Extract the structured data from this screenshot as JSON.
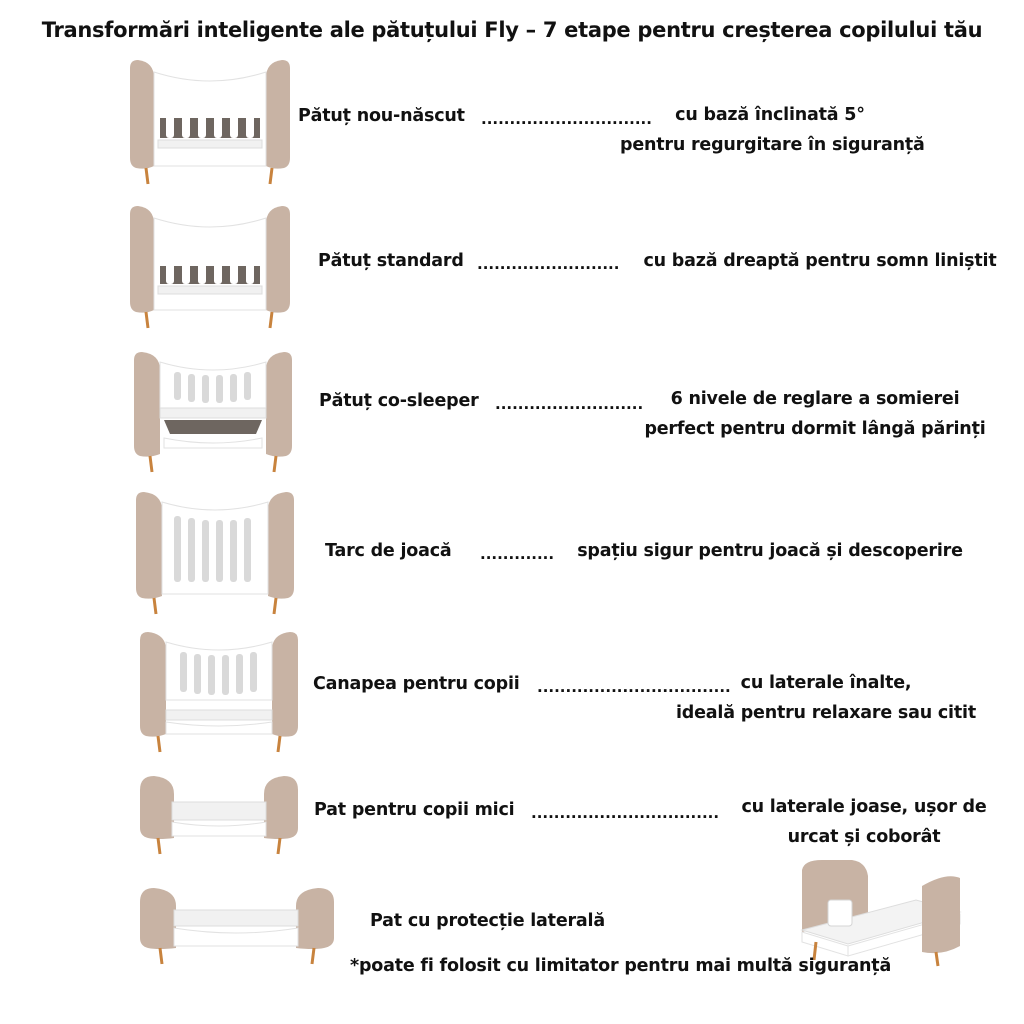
{
  "title": "Transformări inteligente ale pătuțului Fly – 7 etape pentru creșterea copilului tău",
  "stages": [
    {
      "label": "Pătuț nou-născut",
      "leader": "..............................",
      "desc": [
        "cu bază înclinată 5°",
        "pentru regurgitare în siguranță"
      ],
      "icon": "crib-newborn-icon"
    },
    {
      "label": "Pătuț standard",
      "leader": ".........................",
      "desc": [
        "cu bază dreaptă pentru somn liniștit"
      ],
      "icon": "crib-standard-icon"
    },
    {
      "label": "Pătuț co-sleeper",
      "leader": "..........................",
      "desc": [
        "6 nivele de reglare a somierei",
        "perfect pentru dormit lângă părinți"
      ],
      "icon": "crib-cosleeper-icon"
    },
    {
      "label": "Tarc de joacă",
      "leader": ".............",
      "desc": [
        "spațiu sigur pentru joacă și descoperire"
      ],
      "icon": "playpen-icon"
    },
    {
      "label": "Canapea pentru copii",
      "leader": "..................................",
      "desc": [
        "cu laterale înalte,",
        "ideală pentru relaxare sau citit"
      ],
      "icon": "kids-sofa-icon"
    },
    {
      "label": "Pat pentru copii mici",
      "leader": ".................................",
      "desc": [
        "cu laterale joase, ușor de",
        "urcat și coborât"
      ],
      "icon": "toddler-bed-icon"
    },
    {
      "label": "Pat cu protecție laterală",
      "leader": "",
      "desc": [],
      "icon": "bed-side-protection-icon"
    }
  ],
  "note": "*poate fi folosit cu limitator pentru mai multă siguranță",
  "colors": {
    "wood_shell": "#c8b3a4",
    "frame": "#ffffff",
    "mattress": "#f1f1f1",
    "legs": "#c8833e",
    "text": "#111111"
  }
}
